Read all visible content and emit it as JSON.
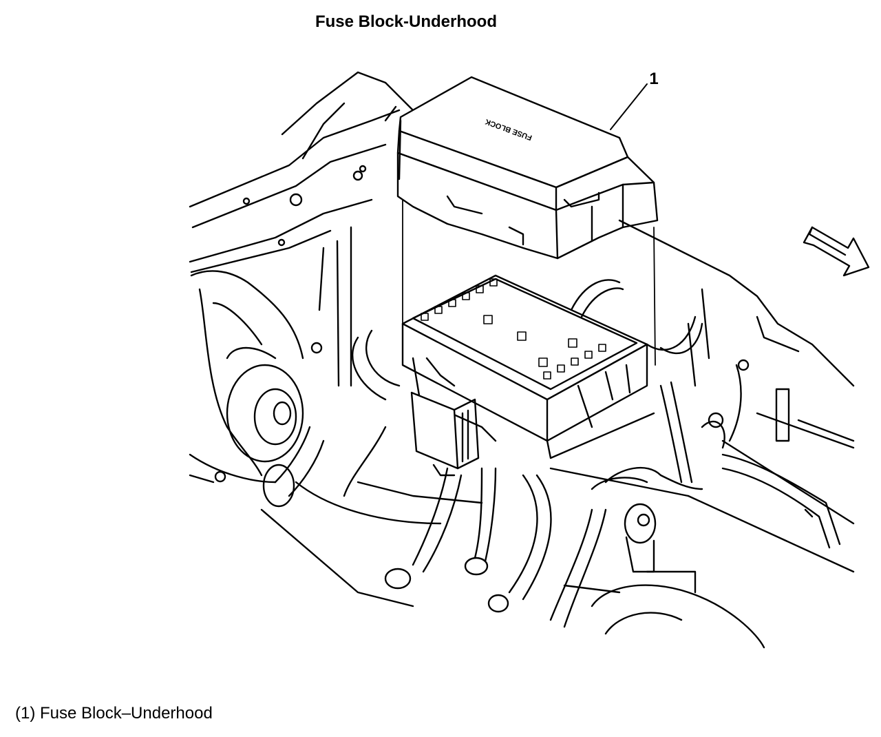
{
  "title": "Fuse Block-Underhood",
  "callouts": [
    {
      "number": "1",
      "target": "fuse-block-underhood"
    }
  ],
  "cover_label": "FUSE BLOCK",
  "legend": [
    {
      "text": "(1) Fuse Block–Underhood"
    }
  ],
  "icons": {
    "direction": "forward-arrow-icon"
  }
}
